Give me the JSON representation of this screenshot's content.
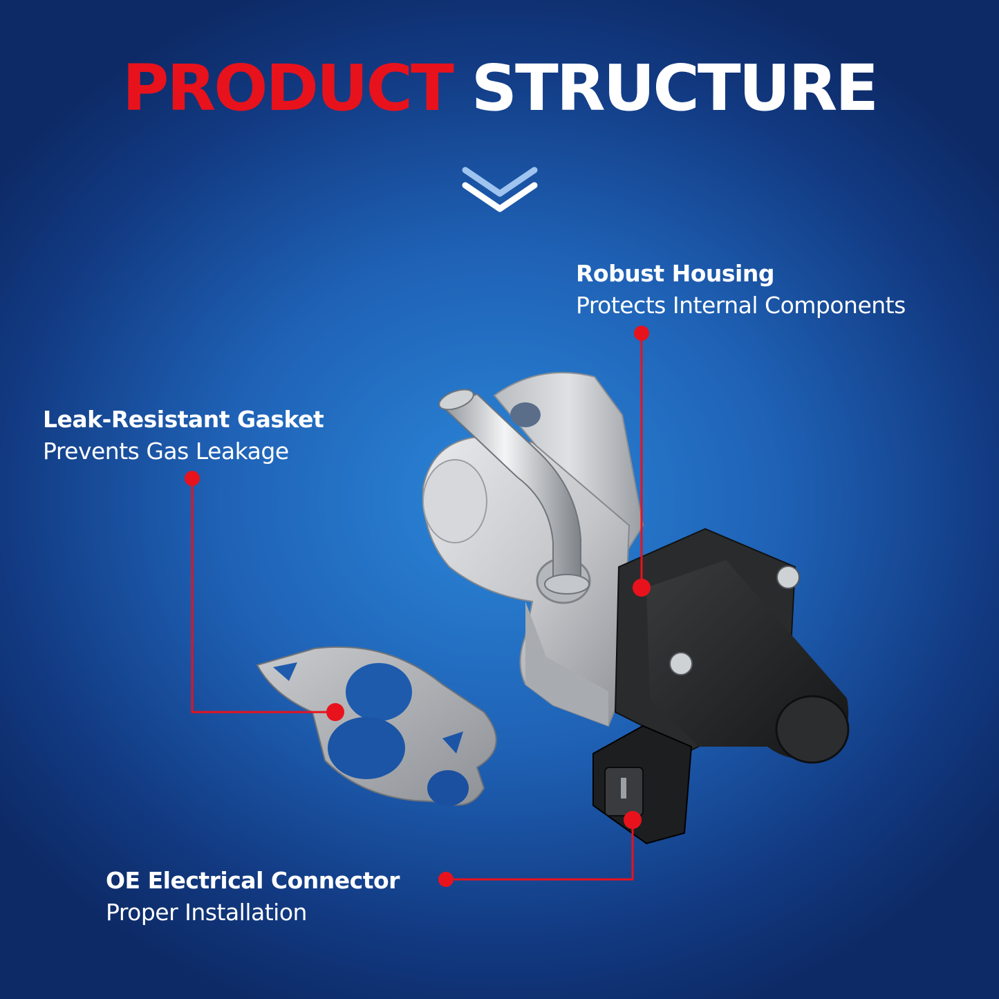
{
  "header": {
    "word_red": "PRODUCT",
    "word_white": "STRUCTURE"
  },
  "callouts": {
    "housing": {
      "title": "Robust Housing",
      "subtitle": "Protects Internal Components"
    },
    "gasket": {
      "title": "Leak-Resistant Gasket",
      "subtitle": "Prevents Gas Leakage"
    },
    "connector": {
      "title": "OE Electrical Connector",
      "subtitle": "Proper Installation"
    }
  },
  "colors": {
    "accent_red": "#e8121c",
    "text_white": "#ffffff",
    "bg_blue": "#1f62b6"
  },
  "icons": {
    "scroll": "double-chevron-down-icon",
    "marker": "red-dot-icon"
  }
}
